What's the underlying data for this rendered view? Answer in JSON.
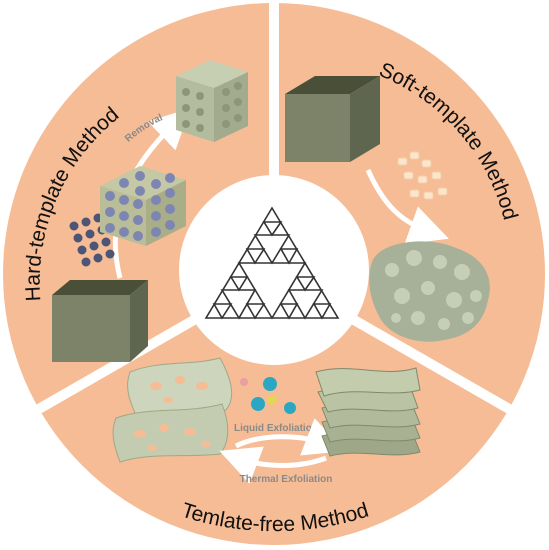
{
  "sectors": {
    "hard_template": {
      "title": "Hard-template Method",
      "step_label": "Removal"
    },
    "soft_template": {
      "title": "Soft-template Method"
    },
    "template_free": {
      "title": "Temlate-free Method",
      "step_labels": [
        "Liquid Exfoliation",
        "Thermal Exfoliation"
      ]
    }
  },
  "colors": {
    "sector_fill": "#f6bc95",
    "divider": "#ffffff",
    "center": "#ffffff",
    "cube_front": "#7d8368",
    "cube_top": "#4a5038",
    "cube_side": "#5f6650",
    "sphere": "#7d86b3",
    "lattice": "#333333",
    "porous": "#a7b099",
    "sheet": "#9ea889"
  },
  "icons": [
    "sierpinski-lattice-icon",
    "cube-icon",
    "porous-structure-icon",
    "sheet-stack-icon"
  ]
}
